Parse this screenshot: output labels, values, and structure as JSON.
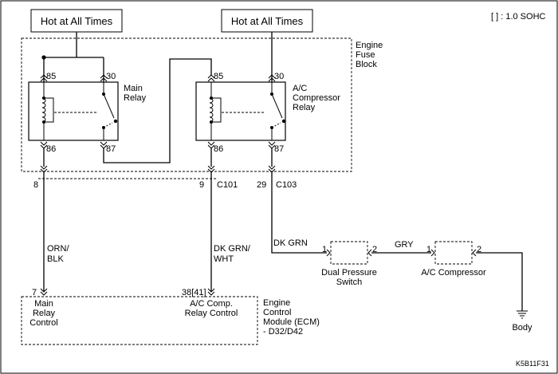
{
  "legend_note": "[ ] : 1.0 SOHC",
  "figure_id": "K5B11F31",
  "power_sources": [
    {
      "label": "Hot at All Times"
    },
    {
      "label": "Hot at All Times"
    }
  ],
  "fuse_block": {
    "label_lines": [
      "Engine",
      "Fuse",
      "Block"
    ]
  },
  "main_relay": {
    "label_lines": [
      "Main",
      "Relay"
    ],
    "pins": {
      "coil_top": "85",
      "switch_top": "30",
      "coil_bottom": "86",
      "switch_bottom": "87"
    }
  },
  "ac_relay": {
    "label_lines": [
      "A/C",
      "Compressor",
      "Relay"
    ],
    "pins": {
      "coil_top": "85",
      "switch_top": "30",
      "coil_bottom": "86",
      "switch_bottom": "87"
    }
  },
  "connectors": {
    "pin_8": "8",
    "pin_9": "9",
    "c101": "C101",
    "pin_29": "29",
    "c103": "C103"
  },
  "wires": {
    "orn_blk": [
      "ORN/",
      "BLK"
    ],
    "dk_grn_wht": [
      "DK GRN/",
      "WHT"
    ],
    "dk_grn": "DK GRN",
    "gry": "GRY"
  },
  "dual_pressure_switch": {
    "label_lines": [
      "Dual Pressure",
      "Switch"
    ],
    "pin1": "1",
    "pin2": "2"
  },
  "ac_compressor": {
    "label": "A/C Compressor",
    "pin1": "1",
    "pin2": "2"
  },
  "ground": {
    "label": "Body"
  },
  "ecm": {
    "label_lines": [
      "Engine",
      "Control",
      "Module (ECM)",
      "- D32/D42"
    ],
    "main_pin": "7",
    "main_label_lines": [
      "Main",
      "Relay",
      "Control"
    ],
    "ac_pin": "38[41]",
    "ac_label_lines": [
      "A/C Comp.",
      "Relay Control"
    ]
  }
}
